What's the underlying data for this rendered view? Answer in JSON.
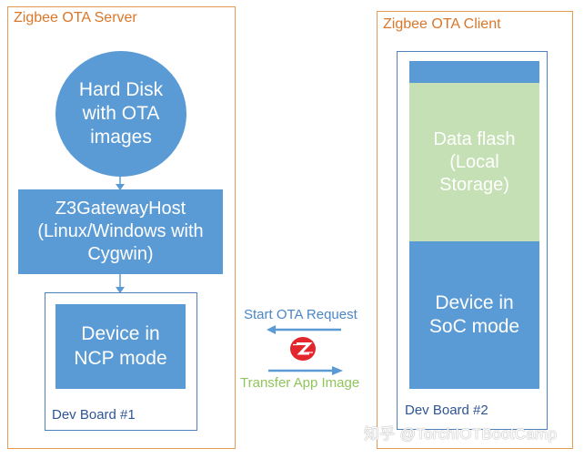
{
  "server": {
    "title": "Zigbee OTA Server",
    "disk": "Hard Disk\nwith OTA\nimages",
    "gateway": "Z3GatewayHost\n(Linux/Windows with\nCygwin)",
    "device": "Device in\nNCP mode",
    "board": "Dev Board #1"
  },
  "client": {
    "title": "Zigbee OTA Client",
    "flash": "Data flash\n(Local\nStorage)",
    "device": "Device in\nSoC mode",
    "board": "Dev Board #2"
  },
  "messages": {
    "request": "Start OTA Request",
    "transfer": "Transfer App Image"
  },
  "watermark": "知乎 @TorchIOTBootCamp",
  "colors": {
    "panel_border": "#e59a55",
    "block_blue": "#5b9bd5",
    "storage_green": "#c5e0b4",
    "board_border": "#4f81bd",
    "zigbee_red": "#e3262d"
  }
}
